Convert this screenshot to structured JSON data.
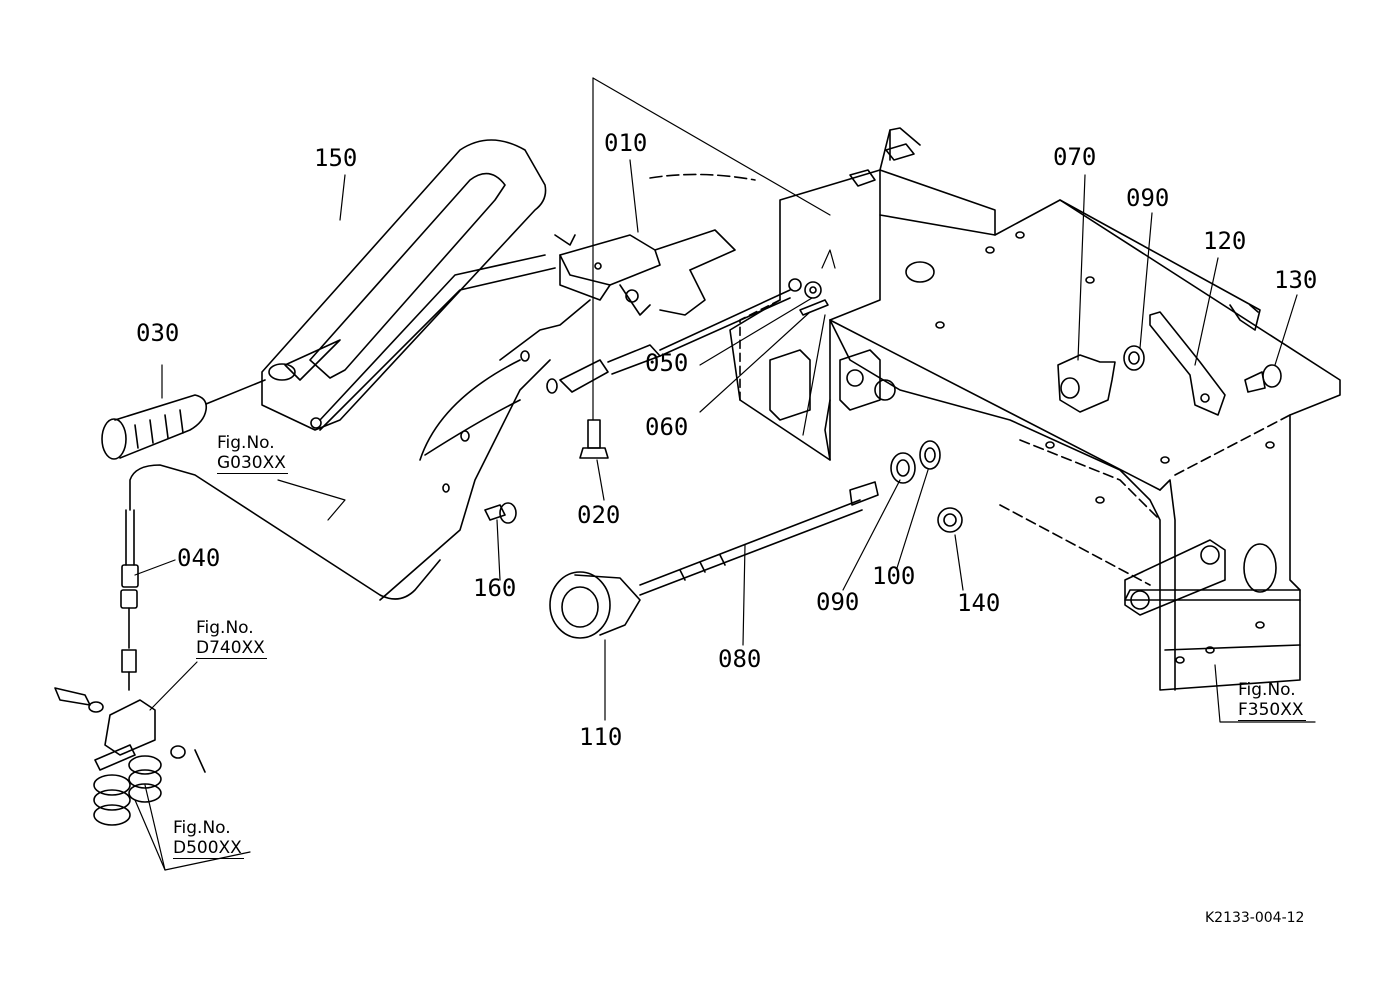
{
  "part_labels": [
    "150",
    "010",
    "070",
    "090",
    "120",
    "130",
    "030",
    "050",
    "060",
    "020",
    "160",
    "040",
    "090",
    "100",
    "140",
    "080",
    "110"
  ],
  "figure_refs": [
    {
      "prefix": "Fig.No.",
      "code": "G030XX"
    },
    {
      "prefix": "Fig.No.",
      "code": "D740XX"
    },
    {
      "prefix": "Fig.No.",
      "code": "D500XX"
    },
    {
      "prefix": "Fig.No.",
      "code": "F350XX"
    }
  ],
  "drawing_id": "K2133-004-12"
}
